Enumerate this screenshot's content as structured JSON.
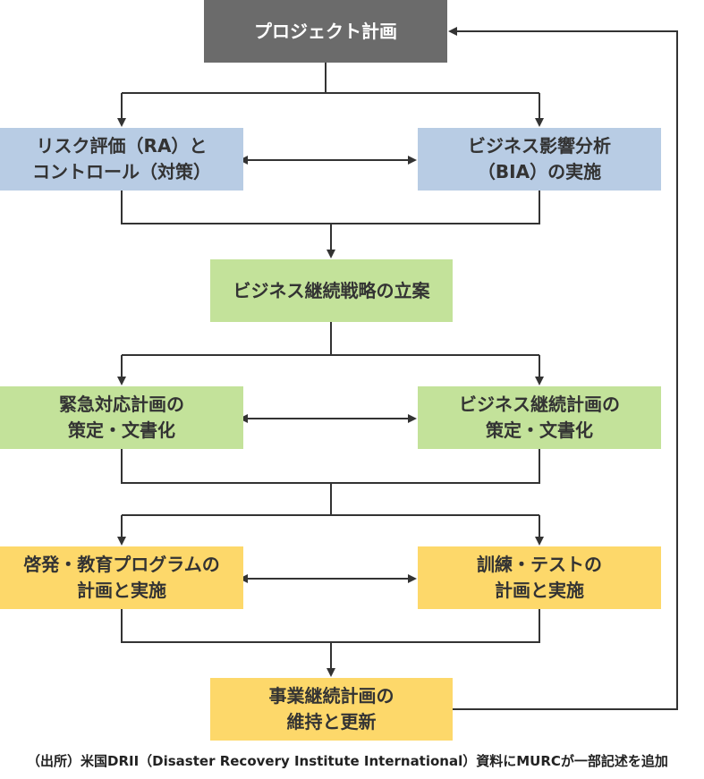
{
  "colors": {
    "gray": "#6b6b6b",
    "blue": "#b8cce4",
    "green": "#c3e29a",
    "yellow": "#fdd86a",
    "line": "#333333"
  },
  "boxes": {
    "plan": {
      "lines": [
        "プロジェクト計画"
      ]
    },
    "ra": {
      "lines": [
        "リスク評価（RA）と",
        "コントロール（対策）"
      ]
    },
    "bia": {
      "lines": [
        "ビジネス影響分析",
        "（BIA）の実施"
      ]
    },
    "strategy": {
      "lines": [
        "ビジネス継続戦略の立案"
      ]
    },
    "emerg": {
      "lines": [
        "緊急対応計画の",
        "策定・文書化"
      ]
    },
    "bcp": {
      "lines": [
        "ビジネス継続計画の",
        "策定・文書化"
      ]
    },
    "edu": {
      "lines": [
        "啓発・教育プログラムの",
        "計画と実施"
      ]
    },
    "drill": {
      "lines": [
        "訓練・テストの",
        "計画と実施"
      ]
    },
    "maint": {
      "lines": [
        "事業継続計画の",
        "維持と更新"
      ]
    }
  },
  "source": "（出所）米国DRII（Disaster Recovery Institute International）資料にMURCが一部記述を追加"
}
